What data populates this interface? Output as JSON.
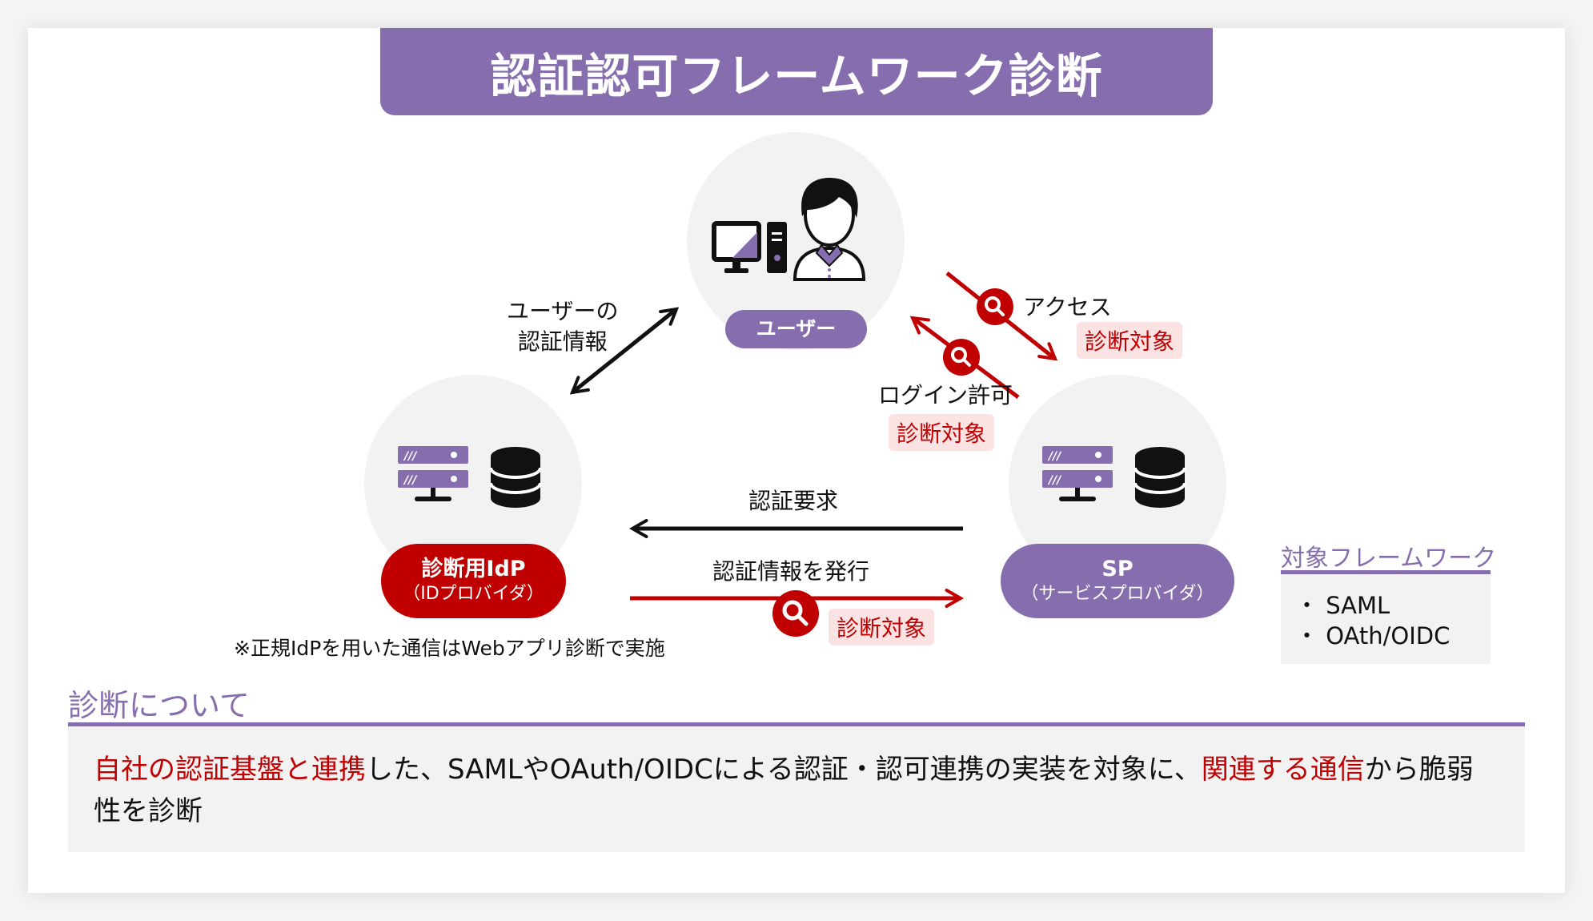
{
  "title": "認証認可フレームワーク診断",
  "nodes": {
    "user": {
      "label": "ユーザー"
    },
    "idp": {
      "label": "診断用IdP",
      "sublabel": "（IDプロバイダ）"
    },
    "sp": {
      "label": "SP",
      "sublabel": "（サービスプロバイダ）"
    }
  },
  "edges": {
    "user_credentials": {
      "line1": "ユーザーの",
      "line2": "認証情報"
    },
    "access": {
      "label": "アクセス",
      "tag": "診断対象"
    },
    "login_permit": {
      "label": "ログイン許可",
      "tag": "診断対象"
    },
    "auth_request": {
      "label": "認証要求"
    },
    "issue_credentials": {
      "label": "認証情報を発行",
      "tag": "診断対象"
    }
  },
  "note": "※正規IdPを用いた通信はWebアプリ診断で実施",
  "frameworks": {
    "heading": "対象フレームワーク",
    "items": [
      "・ SAML",
      "・ OAth/OIDC"
    ]
  },
  "about": {
    "heading": "診断について",
    "segments": [
      {
        "text": "自社の認証基盤と連携",
        "highlight": true
      },
      {
        "text": "した、SAMLやOAuth/OIDCによる認証・認可連携の実装を対象に、",
        "highlight": false
      },
      {
        "text": "関連する通信",
        "highlight": true
      },
      {
        "text": "から脆弱性を診断",
        "highlight": false
      }
    ]
  },
  "colors": {
    "brand_purple": "#866eae",
    "accent_red": "#c00000",
    "tag_bg": "#fbe3e4",
    "panel_gray": "#f2f2f2"
  }
}
